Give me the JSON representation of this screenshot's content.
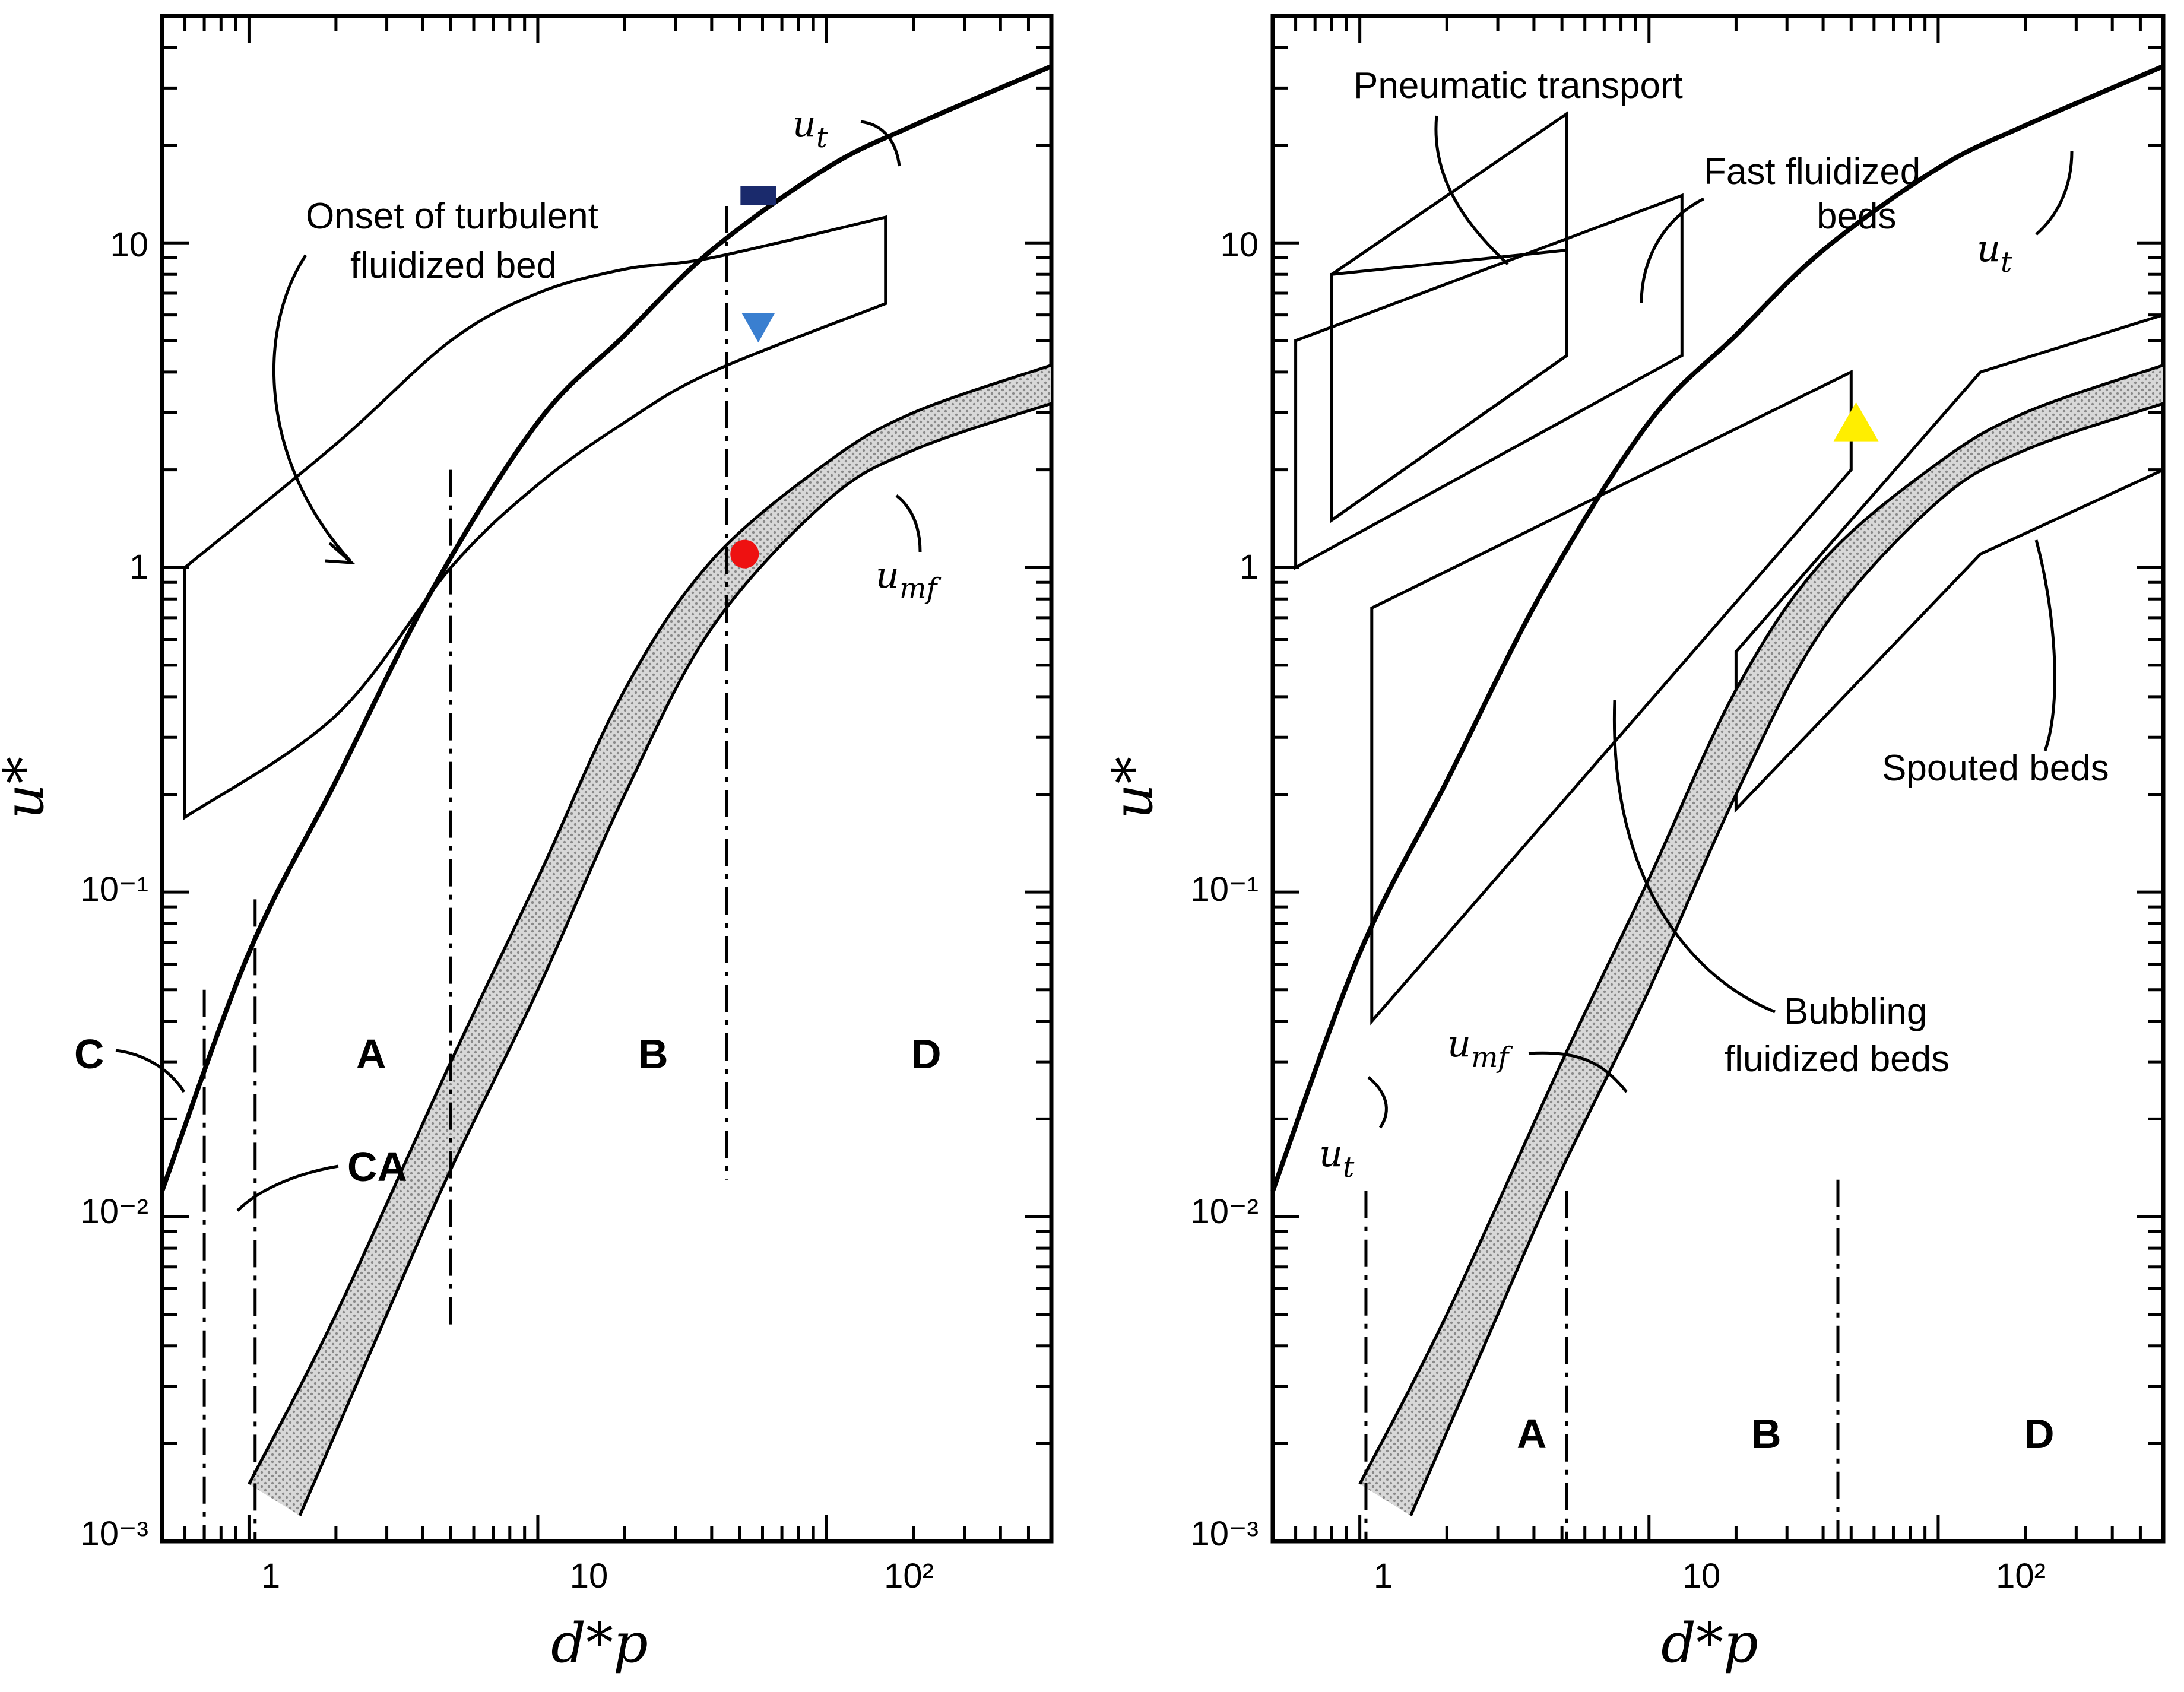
{
  "chart_data": [
    {
      "type": "line",
      "xlabel": "d*p",
      "ylabel": "u*",
      "x_scale": "log",
      "y_scale": "log",
      "xlim": [
        0.5,
        600
      ],
      "ylim": [
        0.001,
        50
      ],
      "x_tick_labels": [
        "1",
        "10",
        "10²"
      ],
      "y_tick_labels": [
        "10⁻³",
        "10⁻²",
        "10⁻¹",
        "1",
        "10"
      ],
      "series": [
        {
          "name": "u_t",
          "x": [
            0.5,
            1,
            2,
            4.3,
            10,
            20,
            40,
            100,
            200,
            600
          ],
          "y": [
            0.012,
            0.065,
            0.22,
            0.85,
            2.8,
            5.2,
            9.5,
            17,
            23,
            35
          ]
        },
        {
          "name": "u_mf (lower)",
          "x": [
            1.5,
            3,
            5,
            10,
            20,
            40,
            100,
            200,
            600
          ],
          "y": [
            0.0012,
            0.005,
            0.014,
            0.05,
            0.2,
            0.65,
            1.6,
            2.3,
            3.2
          ]
        },
        {
          "name": "u_mf (upper)",
          "x": [
            1,
            2,
            5,
            10,
            20,
            40,
            100,
            200,
            600
          ],
          "y": [
            0.0015,
            0.005,
            0.03,
            0.11,
            0.42,
            1.05,
            2.1,
            3.0,
            4.2
          ]
        }
      ],
      "bands": [
        {
          "label": "Onset of turbulent fluidized bed",
          "upper": [
            [
              0.6,
              1.0
            ],
            [
              2,
              2.4
            ],
            [
              5,
              5.0
            ],
            [
              10,
              7.0
            ],
            [
              20,
              8.3
            ],
            [
              40,
              9.0
            ],
            [
              160,
              12
            ]
          ],
          "lower": [
            [
              0.6,
              0.17
            ],
            [
              2,
              0.35
            ],
            [
              5,
              1.0
            ],
            [
              10,
              1.8
            ],
            [
              20,
              2.8
            ],
            [
              40,
              4.0
            ],
            [
              160,
              6.5
            ]
          ]
        }
      ],
      "region_boundaries": [
        0.7,
        1.05,
        5,
        45
      ],
      "regions": [
        "C",
        "A",
        "B",
        "D",
        "CA"
      ],
      "markers": [
        {
          "shape": "rect",
          "color": "#1a2a6c",
          "x": 58,
          "y": 14
        },
        {
          "shape": "triangle-down",
          "color": "#3a7fd0",
          "x": 58,
          "y": 5.5
        },
        {
          "shape": "circle",
          "color": "#ee1111",
          "x": 52,
          "y": 1.1
        }
      ],
      "curve_labels": [
        "u",
        "t",
        "u",
        "mf"
      ]
    },
    {
      "type": "line",
      "xlabel": "d*p",
      "ylabel": "u*",
      "x_scale": "log",
      "y_scale": "log",
      "xlim": [
        0.5,
        600
      ],
      "ylim": [
        0.001,
        50
      ],
      "x_tick_labels": [
        "1",
        "10",
        "10²"
      ],
      "y_tick_labels": [
        "10⁻³",
        "10⁻²",
        "10⁻¹",
        "1",
        "10"
      ],
      "series": [
        {
          "name": "u_t",
          "x": [
            0.5,
            1,
            2,
            4.3,
            10,
            20,
            40,
            100,
            200,
            600
          ],
          "y": [
            0.012,
            0.065,
            0.22,
            0.85,
            2.8,
            5.2,
            9.5,
            17,
            23,
            35
          ]
        },
        {
          "name": "u_mf (lower)",
          "x": [
            1.5,
            3,
            5,
            10,
            20,
            40,
            100,
            200,
            600
          ],
          "y": [
            0.0012,
            0.005,
            0.014,
            0.05,
            0.2,
            0.65,
            1.6,
            2.3,
            3.2
          ]
        },
        {
          "name": "u_mf (upper)",
          "x": [
            1,
            2,
            5,
            10,
            20,
            40,
            100,
            200,
            600
          ],
          "y": [
            0.0015,
            0.005,
            0.03,
            0.11,
            0.42,
            1.05,
            2.1,
            3.0,
            4.2
          ]
        }
      ],
      "regions_shaded": [
        {
          "label": "Pneumatic transport",
          "polygon": [
            [
              0.8,
              8
            ],
            [
              5.2,
              25
            ],
            [
              5.2,
              4.5
            ],
            [
              0.8,
              1.4
            ]
          ]
        },
        {
          "label": "Fast fluidized beds",
          "polygon": [
            [
              0.6,
              5
            ],
            [
              13,
              14
            ],
            [
              13,
              4.5
            ],
            [
              0.6,
              1.0
            ]
          ]
        },
        {
          "label": "Bubbling fluidized beds",
          "polygon": [
            [
              1.1,
              0.75
            ],
            [
              50,
              4.0
            ],
            [
              50,
              2.0
            ],
            [
              1.1,
              0.04
            ]
          ]
        },
        {
          "label": "Spouted beds",
          "polygon": [
            [
              20,
              0.55
            ],
            [
              140,
              4.0
            ],
            [
              600,
              6.0
            ],
            [
              600,
              2.0
            ],
            [
              140,
              1.1
            ],
            [
              20,
              0.18
            ]
          ]
        }
      ],
      "region_boundaries": [
        1.05,
        5.2,
        45
      ],
      "regions": [
        "A",
        "B",
        "D"
      ],
      "markers": [
        {
          "shape": "triangle-up",
          "color": "#ffee00",
          "x": 52,
          "y": 2.8
        }
      ],
      "curve_labels": [
        "u",
        "t",
        "u",
        "mf",
        "u",
        "t"
      ],
      "annotations": [
        "Pneumatic transport",
        "Fast fluidized",
        "beds",
        "Bubbling",
        "fluidized beds",
        "Spouted beds"
      ]
    }
  ],
  "left_panel": {
    "annotations": {
      "onset_1": "Onset of turbulent",
      "onset_2": "fluidized bed"
    }
  }
}
